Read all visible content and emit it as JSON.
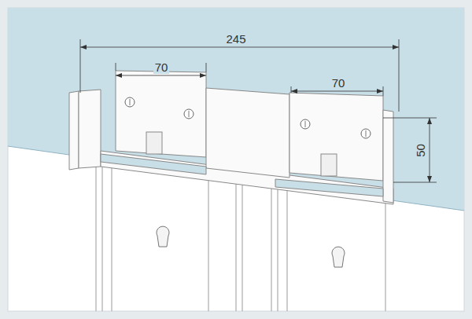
{
  "diagram": {
    "labels": [
      "245",
      "70",
      "70",
      "50"
    ]
  }
}
